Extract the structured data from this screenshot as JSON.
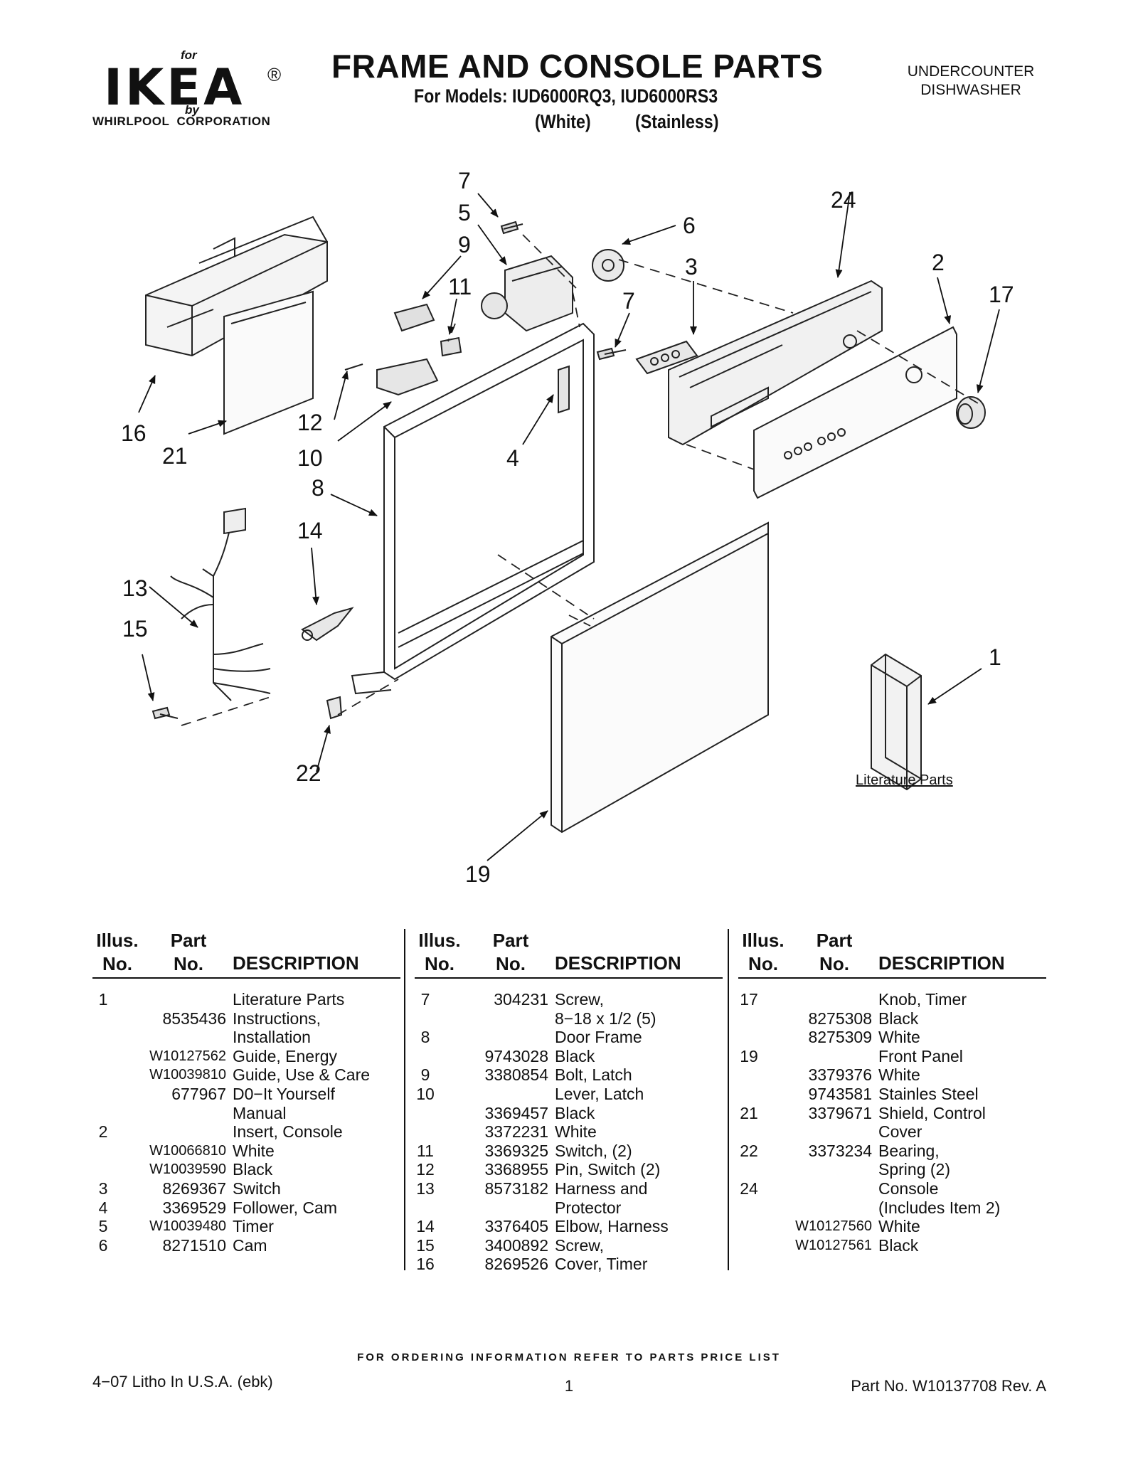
{
  "logo": {
    "for": "for",
    "word": "IKEA",
    "reg": "®",
    "by": "by",
    "corporation": "WHIRLPOOL  CORPORATION"
  },
  "title": "FRAME AND CONSOLE PARTS",
  "subtitle_line1": "For Models: IUD6000RQ3, IUD6000RS3",
  "subtitle_white": "(White)",
  "subtitle_stainless": "(Stainless)",
  "product_line1": "UNDERCOUNTER",
  "product_line2": "DISHWASHER",
  "diagram": {
    "callouts": [
      "7",
      "5",
      "9",
      "11",
      "6",
      "3",
      "7",
      "24",
      "2",
      "17",
      "16",
      "21",
      "12",
      "10",
      "4",
      "8",
      "14",
      "13",
      "15",
      "22",
      "1",
      "19"
    ],
    "literature_caption": "Literature Parts"
  },
  "columns": [
    {
      "illus_line1": "Illus.",
      "illus_line2": "No.",
      "part_line1": "Part",
      "part_line2": "No.",
      "desc": "DESCRIPTION"
    },
    {
      "illus_line1": "Illus.",
      "illus_line2": "No.",
      "part_line1": "Part",
      "part_line2": "No.",
      "desc": "DESCRIPTION"
    },
    {
      "illus_line1": "Illus.",
      "illus_line2": "No.",
      "part_line1": "Part",
      "part_line2": "No.",
      "desc": "DESCRIPTION"
    }
  ],
  "col1": [
    {
      "illus": "1",
      "part": "",
      "desc": "Literature Parts"
    },
    {
      "illus": "",
      "part": "8535436",
      "desc": "Instructions,"
    },
    {
      "illus": "",
      "part": "",
      "desc": "Installation"
    },
    {
      "illus": "",
      "part": "W10127562",
      "desc": "Guide, Energy"
    },
    {
      "illus": "",
      "part": "W10039810",
      "desc": "Guide, Use & Care"
    },
    {
      "illus": "",
      "part": "677967",
      "desc": "D0−It Yourself"
    },
    {
      "illus": "",
      "part": "",
      "desc": "Manual"
    },
    {
      "illus": "2",
      "part": "",
      "desc": "Insert, Console"
    },
    {
      "illus": "",
      "part": "W10066810",
      "desc": "White"
    },
    {
      "illus": "",
      "part": "W10039590",
      "desc": "Black"
    },
    {
      "illus": "3",
      "part": "8269367",
      "desc": "Switch"
    },
    {
      "illus": "4",
      "part": "3369529",
      "desc": "Follower, Cam"
    },
    {
      "illus": "5",
      "part": "W10039480",
      "desc": "Timer"
    },
    {
      "illus": "6",
      "part": "8271510",
      "desc": "Cam"
    }
  ],
  "col2": [
    {
      "illus": "7",
      "part": "304231",
      "desc": "Screw,"
    },
    {
      "illus": "",
      "part": "",
      "desc": "8−18 x 1/2 (5)"
    },
    {
      "illus": "8",
      "part": "",
      "desc": "Door Frame"
    },
    {
      "illus": "",
      "part": "9743028",
      "desc": "Black"
    },
    {
      "illus": "9",
      "part": "3380854",
      "desc": "Bolt, Latch"
    },
    {
      "illus": "10",
      "part": "",
      "desc": "Lever, Latch"
    },
    {
      "illus": "",
      "part": "3369457",
      "desc": "Black"
    },
    {
      "illus": "",
      "part": "3372231",
      "desc": "White"
    },
    {
      "illus": "11",
      "part": "3369325",
      "desc": "Switch, (2)"
    },
    {
      "illus": "12",
      "part": "3368955",
      "desc": "Pin, Switch (2)"
    },
    {
      "illus": "13",
      "part": "8573182",
      "desc": "Harness and"
    },
    {
      "illus": "",
      "part": "",
      "desc": "Protector"
    },
    {
      "illus": "14",
      "part": "3376405",
      "desc": "Elbow, Harness"
    },
    {
      "illus": "15",
      "part": "3400892",
      "desc": "Screw,"
    },
    {
      "illus": "16",
      "part": "8269526",
      "desc": "Cover, Timer"
    }
  ],
  "col3": [
    {
      "illus": "17",
      "part": "",
      "desc": "Knob, Timer"
    },
    {
      "illus": "",
      "part": "8275308",
      "desc": "Black"
    },
    {
      "illus": "",
      "part": "8275309",
      "desc": "White"
    },
    {
      "illus": "19",
      "part": "",
      "desc": "Front Panel"
    },
    {
      "illus": "",
      "part": "3379376",
      "desc": "White"
    },
    {
      "illus": "",
      "part": "9743581",
      "desc": "Stainles Steel"
    },
    {
      "illus": "21",
      "part": "3379671",
      "desc": "Shield, Control"
    },
    {
      "illus": "",
      "part": "",
      "desc": "Cover"
    },
    {
      "illus": "22",
      "part": "3373234",
      "desc": "Bearing,"
    },
    {
      "illus": "",
      "part": "",
      "desc": "Spring (2)"
    },
    {
      "illus": "24",
      "part": "",
      "desc": "Console"
    },
    {
      "illus": "",
      "part": "",
      "desc": "(Includes Item 2)"
    },
    {
      "illus": "",
      "part": "W10127560",
      "desc": "White"
    },
    {
      "illus": "",
      "part": "W10127561",
      "desc": "Black"
    }
  ],
  "ordering_note": "FOR ORDERING INFORMATION REFER TO PARTS PRICE LIST",
  "footer": {
    "left": "4−07 Litho In U.S.A. (ebk)",
    "center": "1",
    "right": "Part No. W10137708 Rev. A"
  }
}
